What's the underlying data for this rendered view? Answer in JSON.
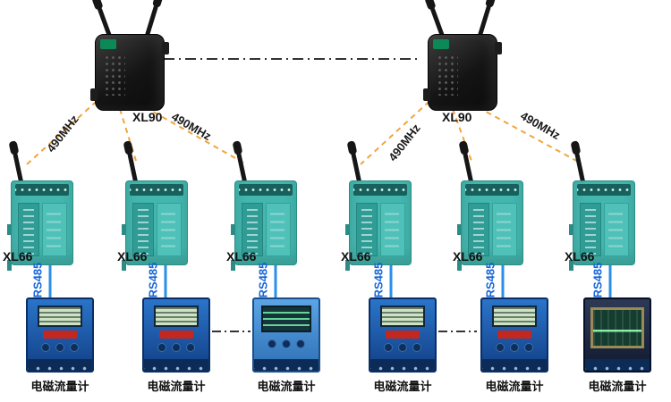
{
  "gateways": [
    {
      "label": "XL90"
    },
    {
      "label": "XL90"
    }
  ],
  "modules": [
    {
      "label": "XL66"
    },
    {
      "label": "XL66"
    },
    {
      "label": "XL66"
    },
    {
      "label": "XL66"
    },
    {
      "label": "XL66"
    },
    {
      "label": "XL66"
    }
  ],
  "meters": [
    {
      "label": "电磁流量计"
    },
    {
      "label": "电磁流量计"
    },
    {
      "label": "电磁流量计"
    },
    {
      "label": "电磁流量计"
    },
    {
      "label": "电磁流量计"
    },
    {
      "label": "电磁流量计"
    }
  ],
  "rf_links": [
    {
      "label": "490MHz"
    },
    {
      "label": "490MHz"
    },
    {
      "label": "490MHz"
    },
    {
      "label": "490MHz"
    }
  ],
  "serial_links": [
    {
      "label": "RS485"
    },
    {
      "label": "RS485"
    },
    {
      "label": "RS485"
    },
    {
      "label": "RS485"
    },
    {
      "label": "RS485"
    },
    {
      "label": "RS485"
    }
  ],
  "colors": {
    "rf_line": "#f0a53a",
    "serial_line": "#2b8fe8",
    "trunk_line": "#333333",
    "module_body": "#43b6ae",
    "meter_body": "#1d5cab"
  }
}
